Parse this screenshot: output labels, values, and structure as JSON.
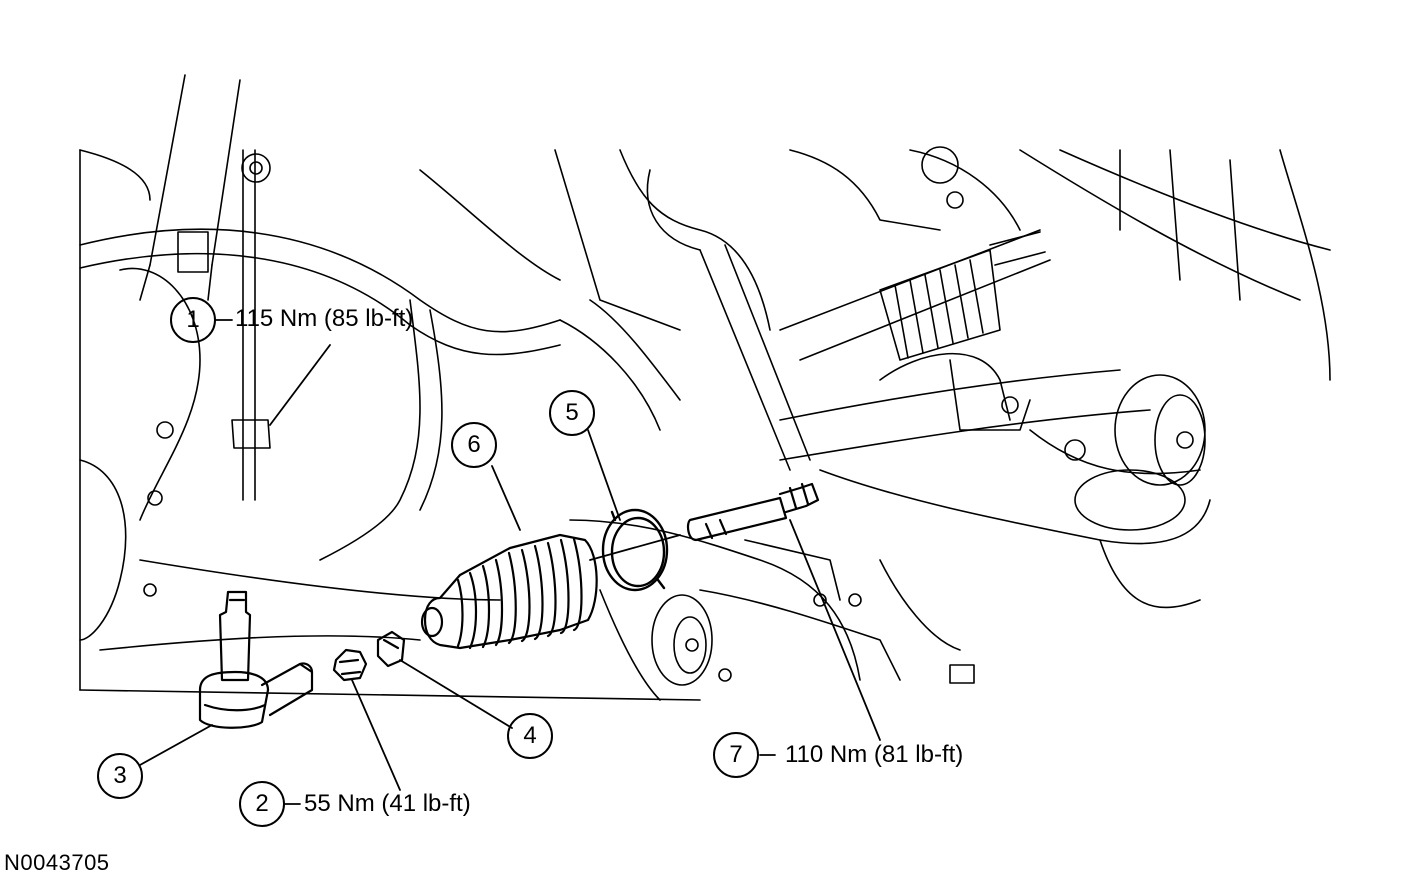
{
  "figure_id": "N0043705",
  "callouts": [
    {
      "number": "1",
      "torque": "115 Nm (85 lb-ft)"
    },
    {
      "number": "2",
      "torque": "55 Nm (41 lb-ft)"
    },
    {
      "number": "3",
      "torque": ""
    },
    {
      "number": "4",
      "torque": ""
    },
    {
      "number": "5",
      "torque": ""
    },
    {
      "number": "6",
      "torque": ""
    },
    {
      "number": "7",
      "torque": "110 Nm (81 lb-ft)"
    }
  ]
}
